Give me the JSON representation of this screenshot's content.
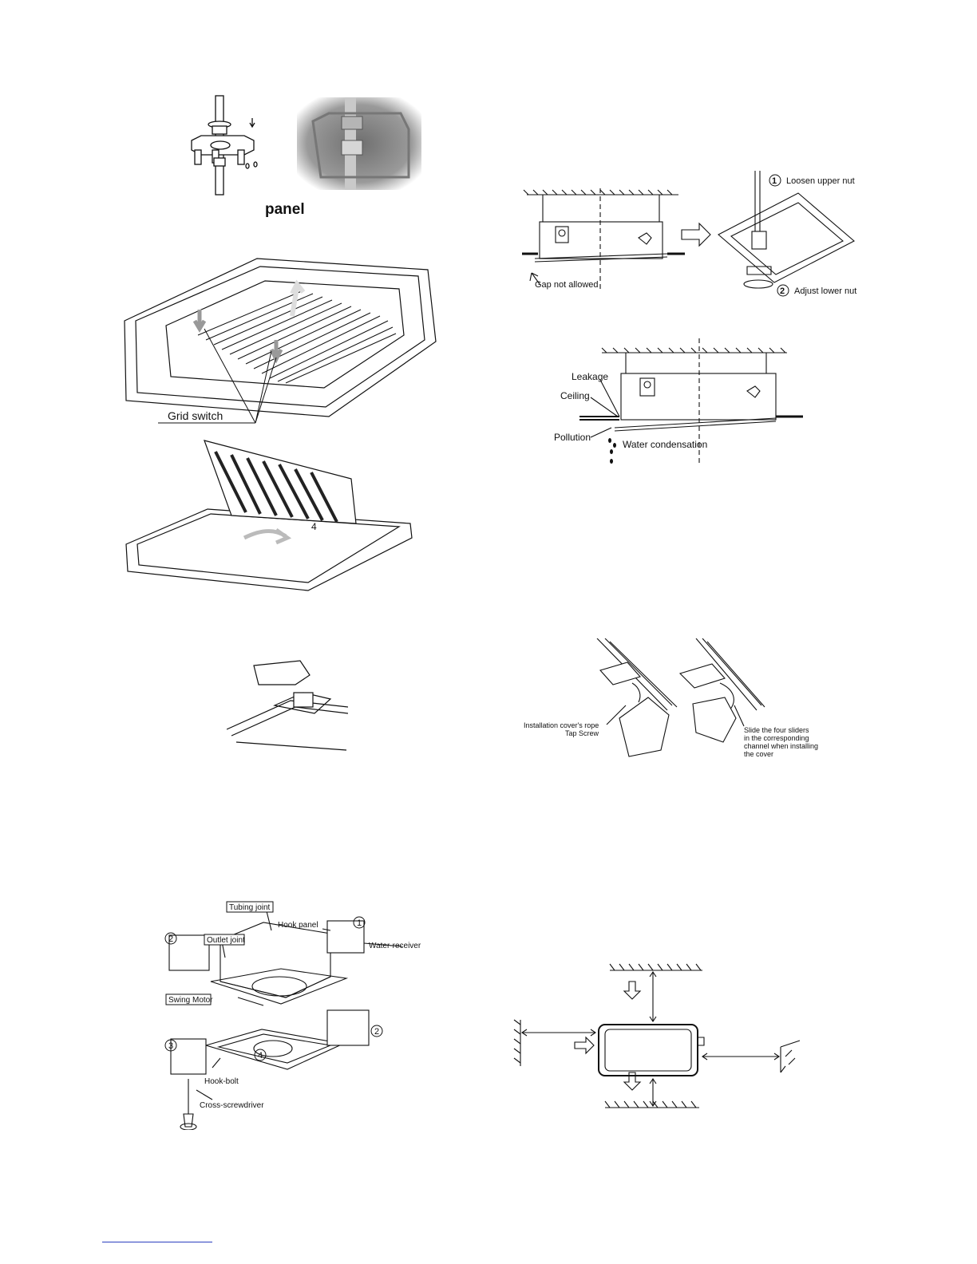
{
  "panel_caption": "panel",
  "fig_grid": {
    "grid_switch": "Grid switch",
    "angle": "4"
  },
  "fig_nut": {
    "step1_num": "1",
    "step1": "Loosen upper nut",
    "step2_num": "2",
    "step2": "Adjust lower nut",
    "gap": "Gap not allowed"
  },
  "fig_leak": {
    "leakage": "Leakage",
    "ceiling": "Ceiling",
    "pollution": "Pollution",
    "water": "Water condensation"
  },
  "fig_cover": {
    "rope": "Installation cover's rope",
    "screw": "Tap Screw",
    "slide1": "Slide the four sliders",
    "slide2": "in the corresponding",
    "slide3": "channel when installing",
    "slide4": "the cover"
  },
  "fig_hooks": {
    "tubing": "Tubing joint",
    "hook_panel": "Hook panel",
    "outlet": "Outlet joint",
    "water_receiver": "Water-receiver",
    "swing": "Swing Motor",
    "hook_bolt": "Hook-bolt",
    "screwdriver": "Cross-screwdriver",
    "n1": "1",
    "n2": "2",
    "n2b": "2",
    "n3": "3",
    "n4": "4"
  },
  "colors": {
    "photo_bg": "#8c8c8c",
    "ink": "#111111",
    "rule": "#2a3fbf"
  }
}
